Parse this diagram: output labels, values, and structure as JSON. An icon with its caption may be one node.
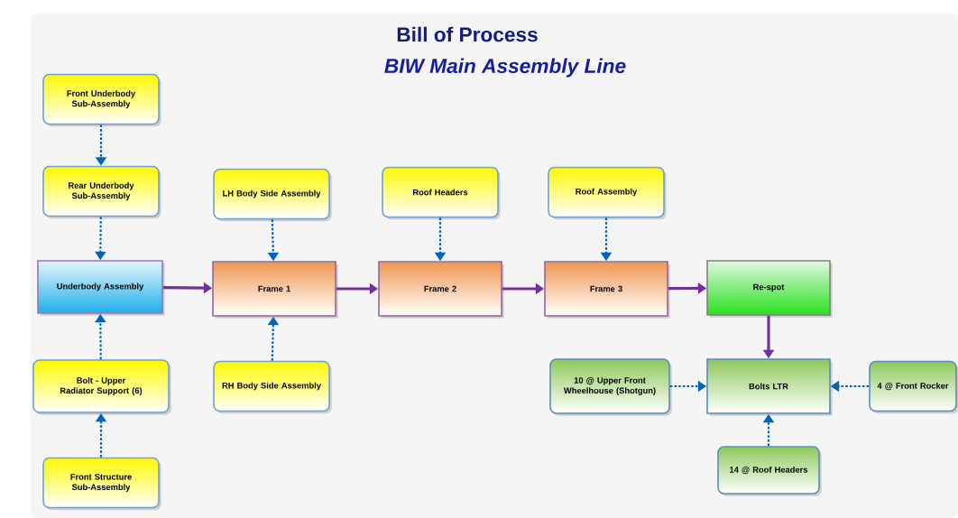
{
  "diagram": {
    "title": "Bill of Process",
    "nodes": [
      {
        "text": [
          "Front Underbody Sub-Assembly"
        ]
      },
      {
        "text": [
          "Rear Underbody Sub-Assembly"
        ]
      },
      {
        "text": [
          "LH Body Side Assembly"
        ]
      },
      {
        "text": [
          "Roof Headers"
        ]
      },
      {
        "text": [
          "Roof Assembly"
        ]
      },
      {
        "text": [
          "Underbody Assembly"
        ]
      },
      {
        "text": [
          "Frame 1"
        ]
      },
      {
        "text": [
          "Frame 2"
        ]
      },
      {
        "text": [
          "Frame 3"
        ]
      },
      {
        "text": [
          "Re-spot"
        ]
      },
      {
        "text": [
          "Bolt - Upper Radiator Support (6)"
        ]
      },
      {
        "text": [
          "RH Body Side Assembly"
        ]
      },
      {
        "text": [
          "10 @ Upper Front Wheelhouse (Shotgun)"
        ]
      },
      {
        "text": [
          "Bolts LTR"
        ]
      },
      {
        "text": [
          "4 @ Front Rocker"
        ]
      },
      {
        "text": [
          "Front Structure Sub-Assembly"
        ]
      },
      {
        "text": [
          "14 @ Roof Headers"
        ]
      }
    ],
    "edges": [
      {
        "from": 0,
        "to": 1,
        "arrow": "to",
        "style": "dashed"
      },
      {
        "from": 1,
        "to": 5,
        "arrow": "to",
        "style": "dashed"
      },
      {
        "from": 10,
        "to": 5,
        "arrow": "to",
        "style": "dashed"
      },
      {
        "from": 15,
        "to": 10,
        "arrow": "to",
        "style": "dashed"
      },
      {
        "from": 2,
        "to": 6,
        "arrow": "to",
        "style": "dashed"
      },
      {
        "from": 11,
        "to": 6,
        "arrow": "to",
        "style": "dashed"
      },
      {
        "from": 3,
        "to": 7,
        "arrow": "to",
        "style": "dashed"
      },
      {
        "from": 4,
        "to": 8,
        "arrow": "to",
        "style": "dashed"
      },
      {
        "from": 5,
        "to": 6,
        "arrow": "to",
        "color": "#7030a0"
      },
      {
        "from": 6,
        "to": 7,
        "arrow": "to",
        "color": "#7030a0"
      },
      {
        "from": 7,
        "to": 8,
        "arrow": "to",
        "color": "#7030a0"
      },
      {
        "from": 8,
        "to": 9,
        "arrow": "to",
        "color": "#7030a0"
      },
      {
        "from": 9,
        "to": 13,
        "arrow": "to",
        "color": "#7030a0"
      },
      {
        "from": 12,
        "to": 13,
        "arrow": "to",
        "style": "dashed"
      },
      {
        "from": 14,
        "to": 13,
        "arrow": "to",
        "style": "dashed"
      },
      {
        "from": 16,
        "to": 13,
        "arrow": "to",
        "style": "dashed"
      }
    ],
    "labels": [
      "BIW Main Assembly Line"
    ]
  }
}
